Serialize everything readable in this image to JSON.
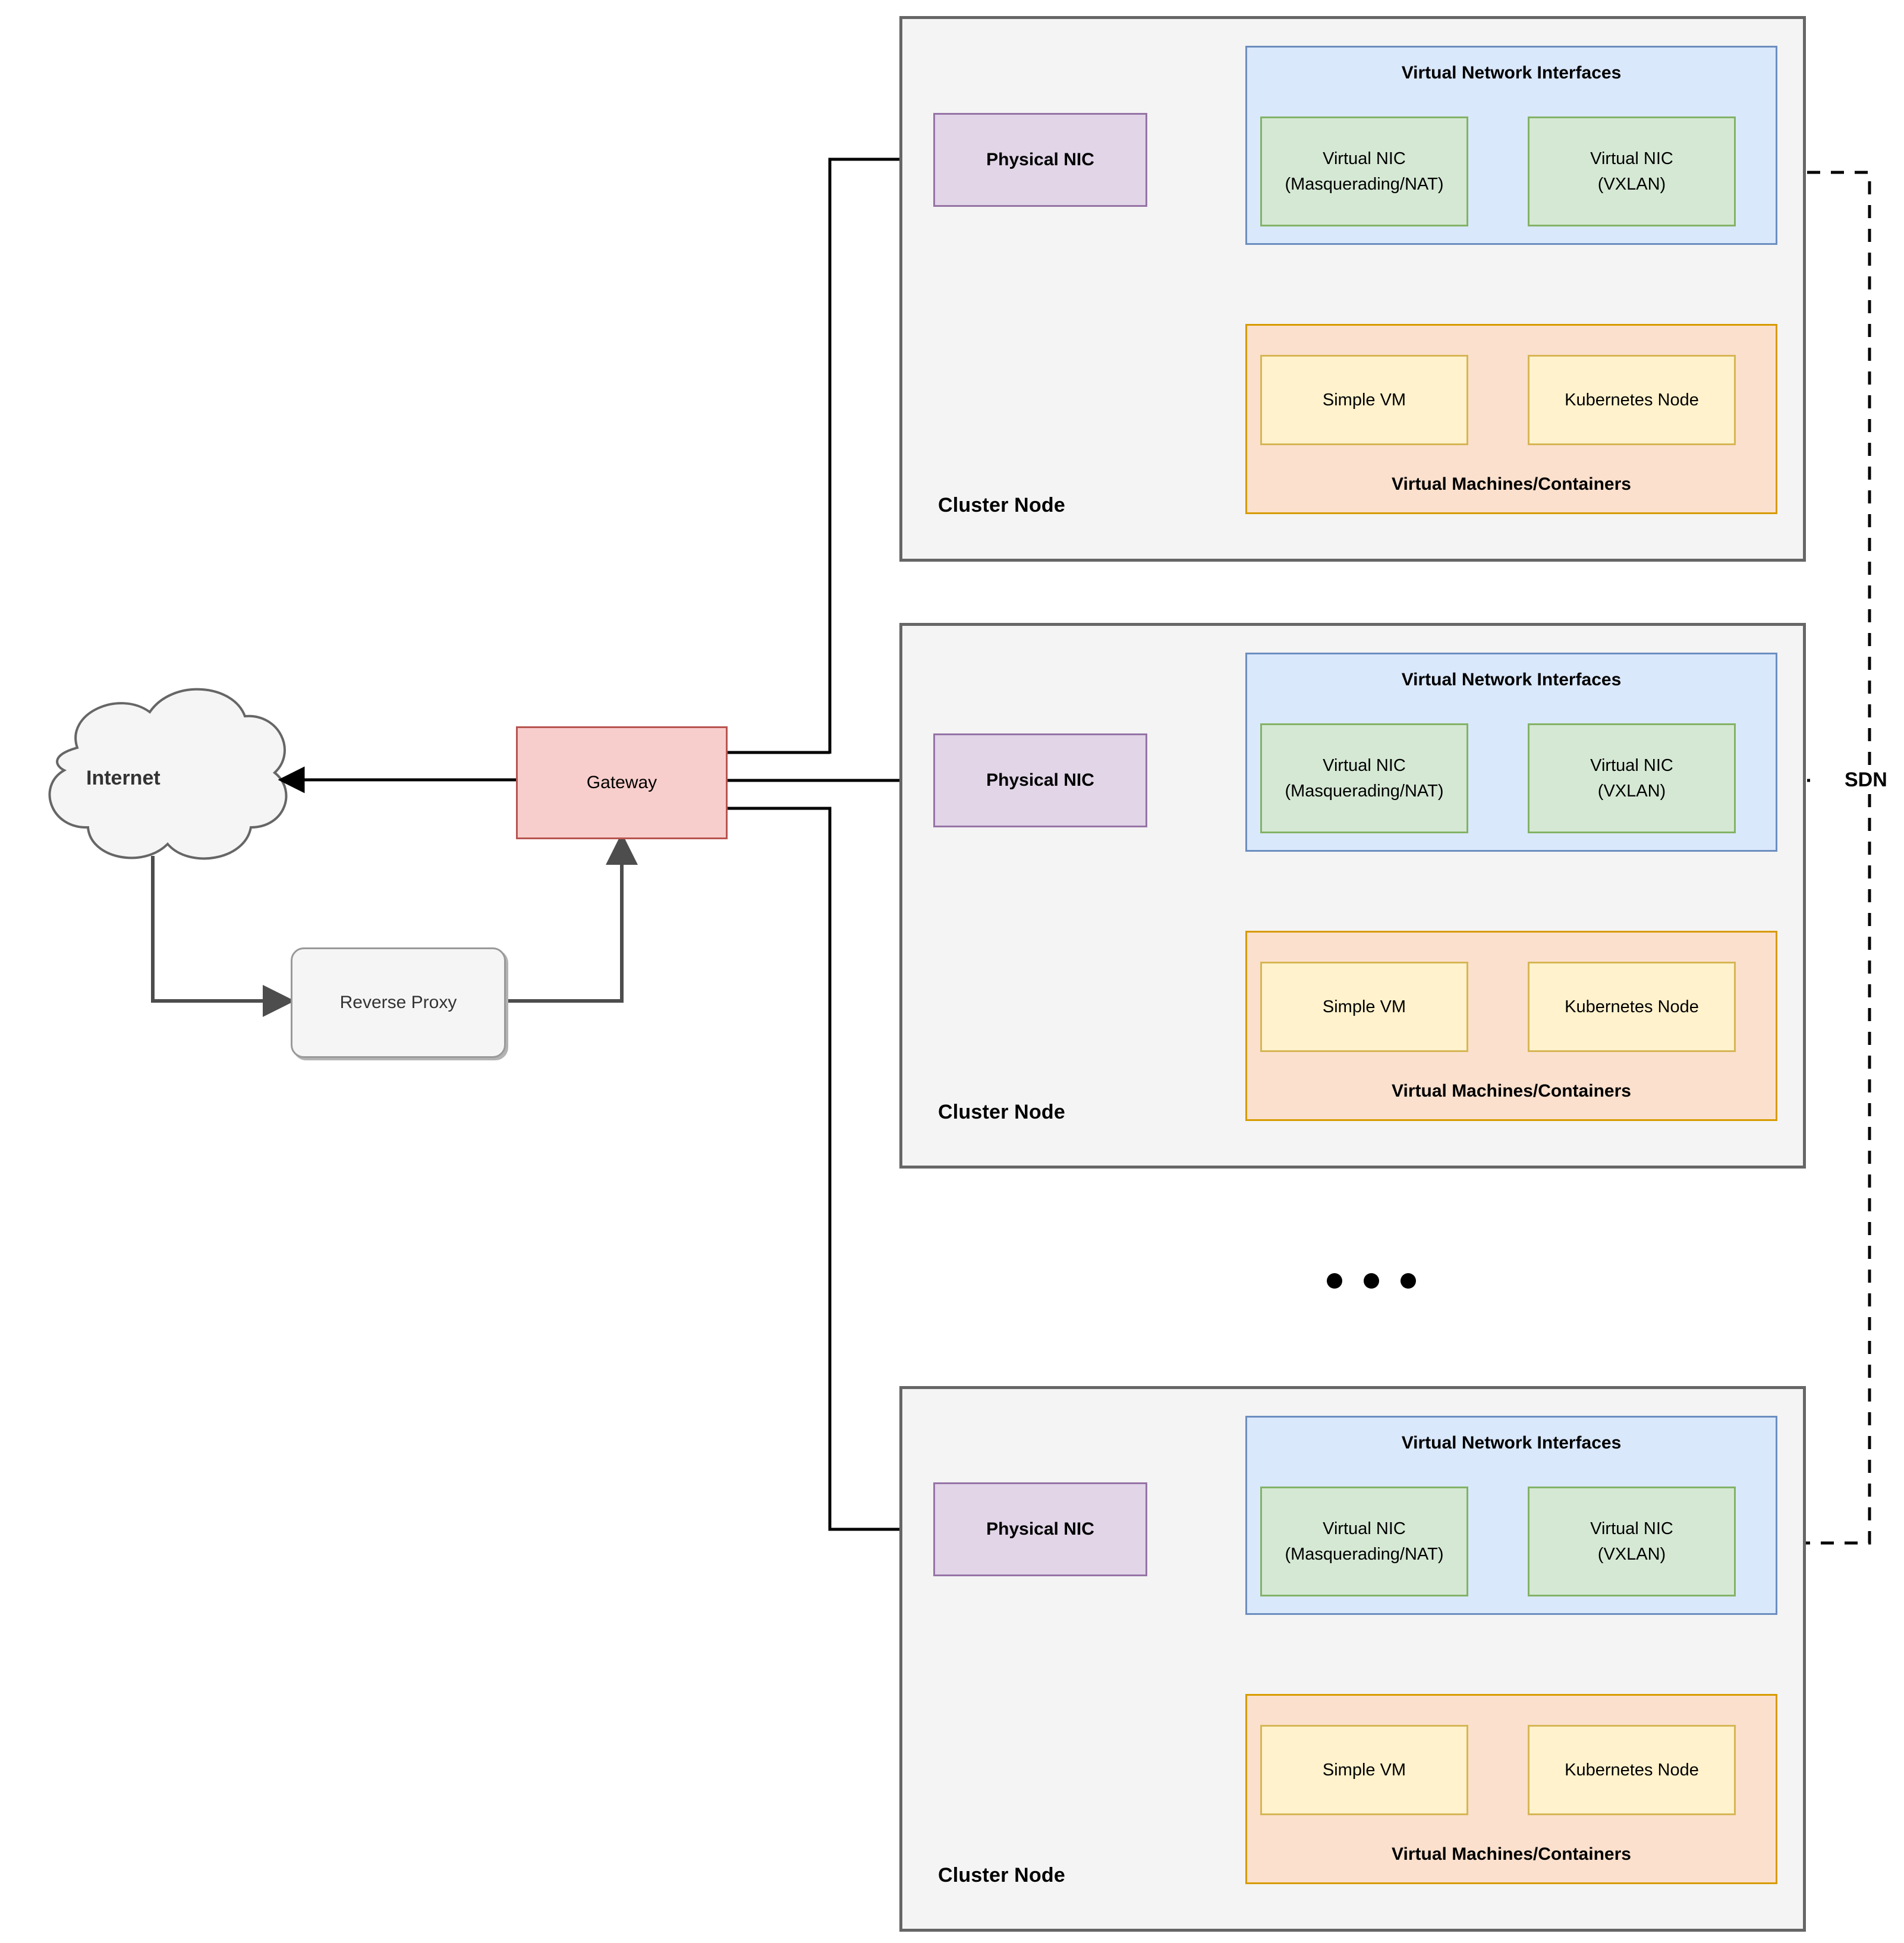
{
  "diagram": {
    "title": "Cluster network topology with SDN overlay",
    "colors": {
      "cluster_node_fill": "#f4f4f4",
      "cluster_node_stroke": "#666666",
      "physical_nic_fill": "#e1d5e7",
      "physical_nic_stroke": "#9673a6",
      "vni_fill": "#dae8fc",
      "vni_stroke": "#6c8ebf",
      "vnic_fill": "#d5e8d4",
      "vnic_stroke": "#82b366",
      "vm_container_fill": "#fbe0cd",
      "vm_container_stroke": "#d79b00",
      "vm_fill": "#fff2cc",
      "vm_stroke": "#d6b656",
      "gateway_fill": "#f8cecc",
      "gateway_stroke": "#b85450",
      "reverse_proxy_fill": "#f5f5f5",
      "reverse_proxy_stroke": "#999999",
      "internet_cloud_fill": "#f5f5f5",
      "internet_cloud_stroke": "#666666",
      "edge_stroke": "#000000"
    }
  },
  "left": {
    "internet": "Internet",
    "gateway": "Gateway",
    "reverse_proxy": "Reverse Proxy"
  },
  "sdn": {
    "label": "SDN"
  },
  "ellipsis": {
    "dots": 3
  },
  "node_common": {
    "cluster_label": "Cluster Node",
    "physical_nic": "Physical NIC",
    "vni_title": "Virtual Network Interfaces",
    "vnic_nat_line1": "Virtual NIC",
    "vnic_nat_line2": "(Masquerading/NAT)",
    "vnic_vxlan_line1": "Virtual NIC",
    "vnic_vxlan_line2": "(VXLAN)",
    "vmc_title": "Virtual Machines/Containers",
    "vm_simple": "Simple VM",
    "vm_k8s": "Kubernetes Node"
  },
  "nodes": [
    {
      "id": "cluster-node-1",
      "cluster_label": "Cluster Node",
      "physical_nic": "Physical NIC",
      "vni_title": "Virtual Network Interfaces",
      "vnic_nat_line1": "Virtual NIC",
      "vnic_nat_line2": "(Masquerading/NAT)",
      "vnic_vxlan_line1": "Virtual NIC",
      "vnic_vxlan_line2": "(VXLAN)",
      "vmc_title": "Virtual Machines/Containers",
      "vm_simple": "Simple VM",
      "vm_k8s": "Kubernetes Node"
    },
    {
      "id": "cluster-node-2",
      "cluster_label": "Cluster Node",
      "physical_nic": "Physical NIC",
      "vni_title": "Virtual Network Interfaces",
      "vnic_nat_line1": "Virtual NIC",
      "vnic_nat_line2": "(Masquerading/NAT)",
      "vnic_vxlan_line1": "Virtual NIC",
      "vnic_vxlan_line2": "(VXLAN)",
      "vmc_title": "Virtual Machines/Containers",
      "vm_simple": "Simple VM",
      "vm_k8s": "Kubernetes Node"
    },
    {
      "id": "cluster-node-3",
      "cluster_label": "Cluster Node",
      "physical_nic": "Physical NIC",
      "vni_title": "Virtual Network Interfaces",
      "vnic_nat_line1": "Virtual NIC",
      "vnic_nat_line2": "(Masquerading/NAT)",
      "vnic_vxlan_line1": "Virtual NIC",
      "vnic_vxlan_line2": "(VXLAN)",
      "vmc_title": "Virtual Machines/Containers",
      "vm_simple": "Simple VM",
      "vm_k8s": "Kubernetes Node"
    }
  ]
}
